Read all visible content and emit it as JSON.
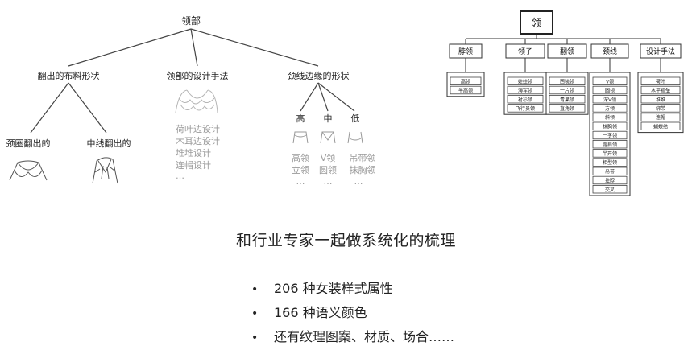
{
  "left_tree": {
    "root": "领部",
    "branches": [
      {
        "label": "翻出的布料形状",
        "children": [
          "颈圈翻出的",
          "中线翻出的"
        ]
      },
      {
        "label": "领部的设计手法",
        "items": [
          "荷叶边设计",
          "木耳边设计",
          "堆堆设计",
          "连帽设计",
          "…"
        ]
      },
      {
        "label": "颈线边缘的形状",
        "columns": [
          {
            "label": "高",
            "items": [
              "高领",
              "立领",
              "…"
            ]
          },
          {
            "label": "中",
            "items": [
              "V领",
              "圆领",
              "…"
            ]
          },
          {
            "label": "低",
            "items": [
              "吊带领",
              "抹胸领",
              "…"
            ]
          }
        ]
      }
    ]
  },
  "right_tree": {
    "root": "领",
    "categories": [
      {
        "label": "脖领",
        "items": [
          "高领",
          "半高领"
        ]
      },
      {
        "label": "领子",
        "items": [
          "娃娃领",
          "海军领",
          "衬衫领",
          "飞行员领"
        ]
      },
      {
        "label": "翻领",
        "items": [
          "西装领",
          "一片领",
          "青果领",
          "直角领"
        ]
      },
      {
        "label": "颈线",
        "items": [
          "V领",
          "圆领",
          "深V领",
          "方领",
          "斜领",
          "抹胸领",
          "一字领",
          "露肩领",
          "半开领",
          "相型领",
          "吊带",
          "挂脖",
          "交叉"
        ]
      },
      {
        "label": "设计手法",
        "items": [
          "荷叶",
          "水平褶皱",
          "堆堆",
          "绑带",
          "连帽",
          "蝴蝶结"
        ]
      }
    ]
  },
  "headline": "和行业专家一起做系统化的梳理",
  "bullets": [
    "206 种女装样式属性",
    "166 种语义颜色",
    "还有纹理图案、材质、场合……"
  ],
  "bullet_marker": "•"
}
